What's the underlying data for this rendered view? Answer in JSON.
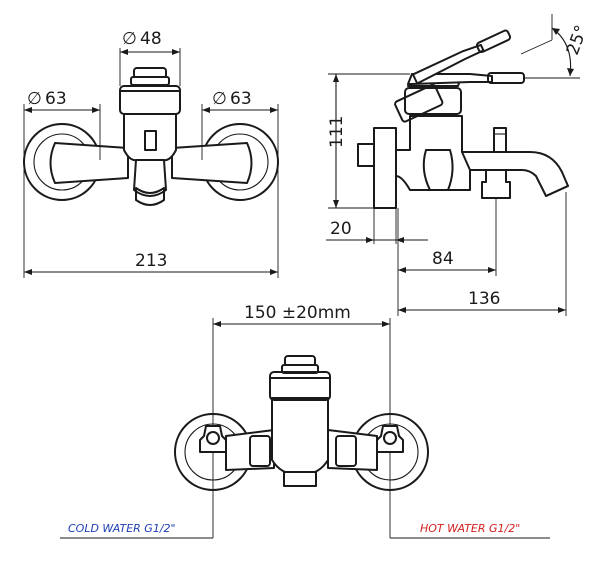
{
  "front_view": {
    "dim_head_diameter": "48",
    "dim_flange_left": "63",
    "dim_flange_right": "63",
    "dim_total_width": "213",
    "diameter_symbol": "∅"
  },
  "side_view": {
    "dim_height": "111",
    "dim_flange_depth": "20",
    "dim_spout_outlet": "84",
    "dim_total_depth": "136",
    "dim_lever_angle": "25°"
  },
  "bottom_view": {
    "dim_centers": "150 ±20mm",
    "cold_label": "COLD WATER G1/2\"",
    "hot_label": "HOT WATER G1/2\""
  },
  "colors": {
    "line": "#1a1a1a",
    "cold": "#1f3fb5",
    "hot": "#d31f1f",
    "background": "#ffffff"
  }
}
